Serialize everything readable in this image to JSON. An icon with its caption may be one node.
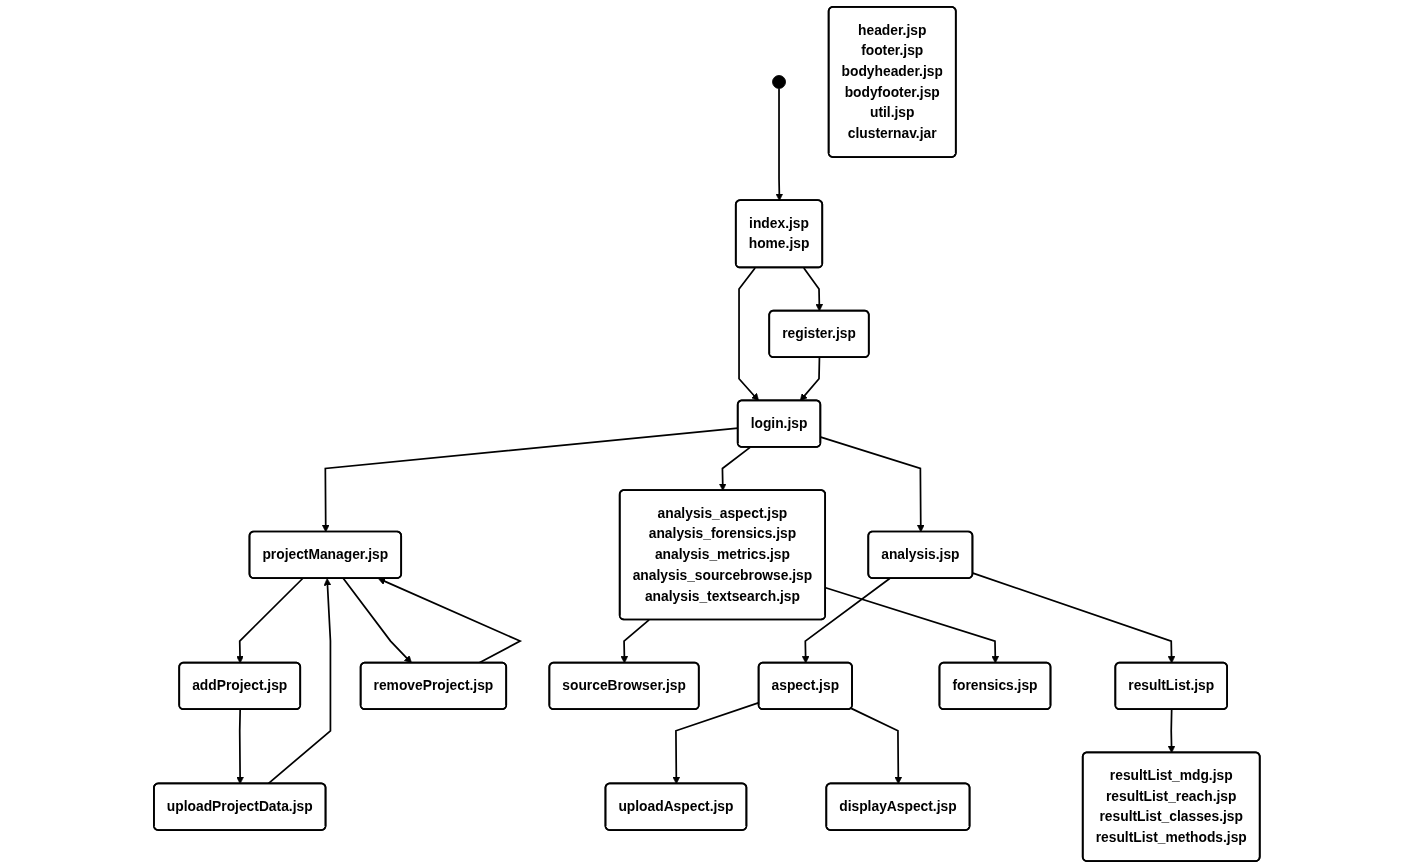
{
  "diagram": {
    "nodes": [
      {
        "text": [],
        "shape": "circle"
      },
      {
        "text": [
          "uploadAspect.jsp"
        ]
      },
      {
        "text": [
          "displayAspect.jsp"
        ]
      },
      {
        "text": [
          "header.jsp",
          "footer.jsp",
          "bodyheader.jsp",
          "bodyfooter.jsp",
          "util.jsp",
          "clusternav.jar"
        ]
      },
      {
        "text": [
          "index.jsp",
          "home.jsp"
        ]
      },
      {
        "text": [
          "aspect.jsp"
        ]
      },
      {
        "text": [
          "resultList.jsp"
        ]
      },
      {
        "text": [
          "login.jsp"
        ]
      },
      {
        "text": [
          "register.jsp"
        ]
      },
      {
        "text": [
          "analysis.jsp"
        ]
      },
      {
        "text": [
          "resultList_mdg.jsp",
          "resultList_reach.jsp",
          "resultList_classes.jsp",
          "resultList_methods.jsp"
        ]
      },
      {
        "text": [
          "projectManager.jsp"
        ]
      },
      {
        "text": [
          "analysis_aspect.jsp",
          "analysis_forensics.jsp",
          "analysis_metrics.jsp",
          "analysis_sourcebrowse.jsp",
          "analysis_textsearch.jsp"
        ]
      },
      {
        "text": [
          "removeProject.jsp"
        ]
      },
      {
        "text": [
          "uploadProjectData.jsp"
        ]
      },
      {
        "text": [
          "sourceBrowser.jsp"
        ]
      },
      {
        "text": [
          "addProject.jsp"
        ]
      },
      {
        "text": [
          "forensics.jsp"
        ]
      }
    ],
    "edges": [
      {
        "from": 0,
        "to": 4,
        "arrow": "to"
      },
      {
        "from": 4,
        "to": 7,
        "arrow": "to"
      },
      {
        "from": 4,
        "to": 8,
        "arrow": "to"
      },
      {
        "from": 8,
        "to": 7,
        "arrow": "to"
      },
      {
        "from": 5,
        "to": 1,
        "arrow": "to"
      },
      {
        "from": 5,
        "to": 2,
        "arrow": "to"
      },
      {
        "from": 9,
        "to": 5,
        "arrow": "to"
      },
      {
        "from": 9,
        "to": 6,
        "arrow": "to"
      },
      {
        "from": 6,
        "to": 10,
        "arrow": "to"
      },
      {
        "from": 7,
        "to": 11,
        "arrow": "to"
      },
      {
        "from": 7,
        "to": 9,
        "arrow": "to"
      },
      {
        "from": 7,
        "to": 12,
        "arrow": "to"
      },
      {
        "from": 13,
        "to": 11,
        "arrow": "to"
      },
      {
        "from": 11,
        "to": 13,
        "arrow": "to"
      },
      {
        "from": 11,
        "to": 16,
        "arrow": "to"
      },
      {
        "from": 14,
        "to": 11,
        "arrow": "to"
      },
      {
        "from": 16,
        "to": 14,
        "arrow": "to"
      },
      {
        "from": 12,
        "to": 17,
        "arrow": "to"
      },
      {
        "from": 12,
        "to": 15,
        "arrow": "to"
      }
    ]
  }
}
